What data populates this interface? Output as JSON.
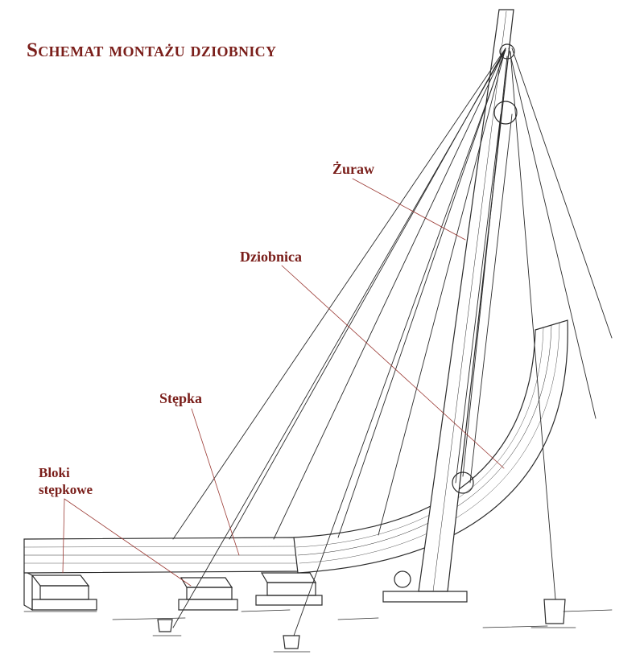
{
  "title": "Schemat montażu dziobnicy",
  "labels": {
    "zuraw": "Żuraw",
    "dziobnica": "Dziobnica",
    "stepka": "Stępka",
    "bloki": "Bloki\nstępkowe"
  },
  "colors": {
    "label": "#7a1e1a",
    "ink": "#2b2b2b",
    "leader": "#9b3a34",
    "background": "#ffffff"
  }
}
